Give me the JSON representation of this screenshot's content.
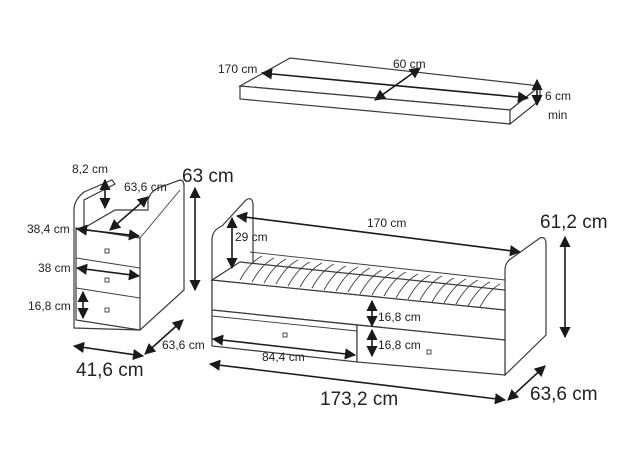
{
  "shelf": {
    "length": "170 cm",
    "depth": "60 cm",
    "thickness": "6 cm",
    "thickness_note": "min"
  },
  "cabinet": {
    "top_gap": "8,2 cm",
    "inner_depth": "63,6 cm",
    "height": "63 cm",
    "drawer_top_width": "38,4 cm",
    "drawer_mid_width": "38 cm",
    "drawer_height": "16,8 cm",
    "depth": "63,6 cm",
    "width": "41,6 cm"
  },
  "bed": {
    "inner_length": "170 cm",
    "rail_height": "29 cm",
    "height": "61,2 cm",
    "drawer_height_upper": "16,8 cm",
    "drawer_height_lower": "16,8 cm",
    "drawer_width": "84,4 cm",
    "length": "173,2 cm",
    "depth": "63,6 cm"
  }
}
